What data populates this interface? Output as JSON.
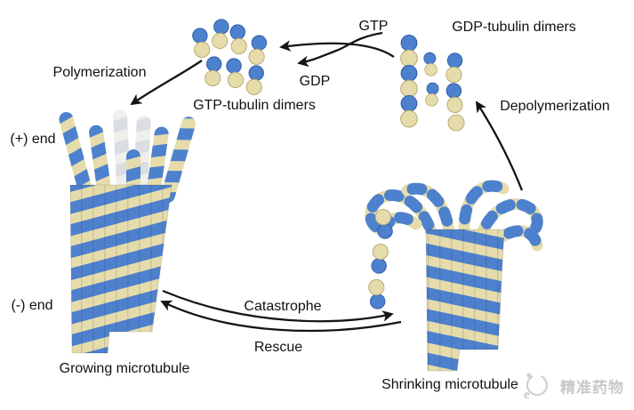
{
  "figure": {
    "description": "Microtubule dynamic instability cycle diagram",
    "labels": {
      "gtp": "GTP",
      "gdp": "GDP",
      "gtp_tubulin_dimers": "GTP-tubulin dimers",
      "gdp_tubulin_dimers": "GDP-tubulin dimers",
      "polymerization": "Polymerization",
      "depolymerization": "Depolymerization",
      "plus_end": "(+) end",
      "minus_end": "(-) end",
      "growing_microtubule": "Growing microtubule",
      "shrinking_microtubule": "Shrinking microtubule",
      "catastrophe": "Catastrophe",
      "rescue": "Rescue"
    },
    "watermark": {
      "text": "精准药物",
      "icon_letter": "e"
    },
    "colors": {
      "tubulin_blue": "#4e81cd",
      "tubulin_blue_dark": "#2f5da8",
      "tubulin_tan": "#e6dcab",
      "tubulin_tan_dark": "#b9ab72",
      "faded_tip_gray": "#c2c7cf",
      "arrow_black": "#151515",
      "watermark_gray": "#c8c8c8",
      "background": "#ffffff"
    }
  }
}
